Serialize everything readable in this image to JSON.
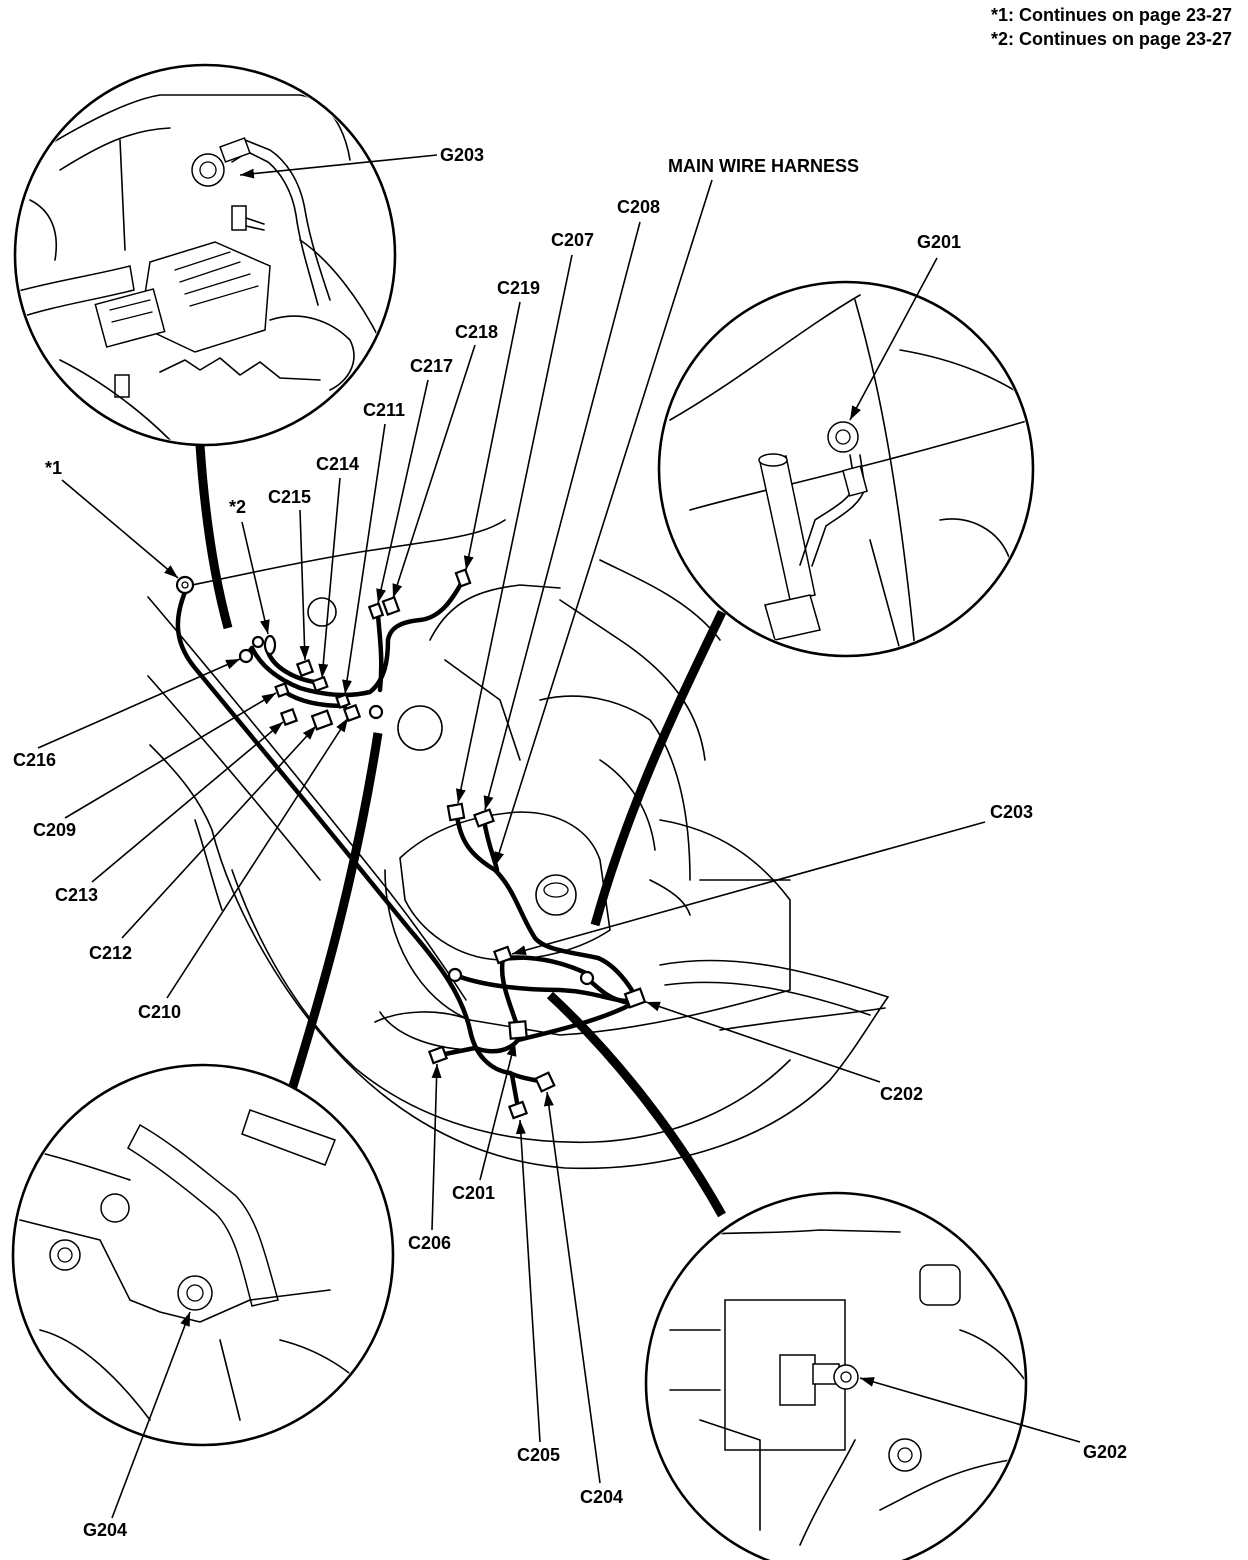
{
  "notes": [
    "*1: Continues on page 23-27",
    "*2: Continues on page 23-27"
  ],
  "callouts": {
    "main_wire_harness": "MAIN WIRE HARNESS",
    "ref1": "*1",
    "ref2": "*2",
    "g201": "G201",
    "g202": "G202",
    "g203": "G203",
    "g204": "G204",
    "c201": "C201",
    "c202": "C202",
    "c203": "C203",
    "c204": "C204",
    "c205": "C205",
    "c206": "C206",
    "c207": "C207",
    "c208": "C208",
    "c209": "C209",
    "c210": "C210",
    "c211": "C211",
    "c212": "C212",
    "c213": "C213",
    "c214": "C214",
    "c215": "C215",
    "c216": "C216",
    "c217": "C217",
    "c218": "C218",
    "c219": "C219"
  },
  "colors": {
    "ink": "#000000",
    "paper": "#ffffff"
  }
}
